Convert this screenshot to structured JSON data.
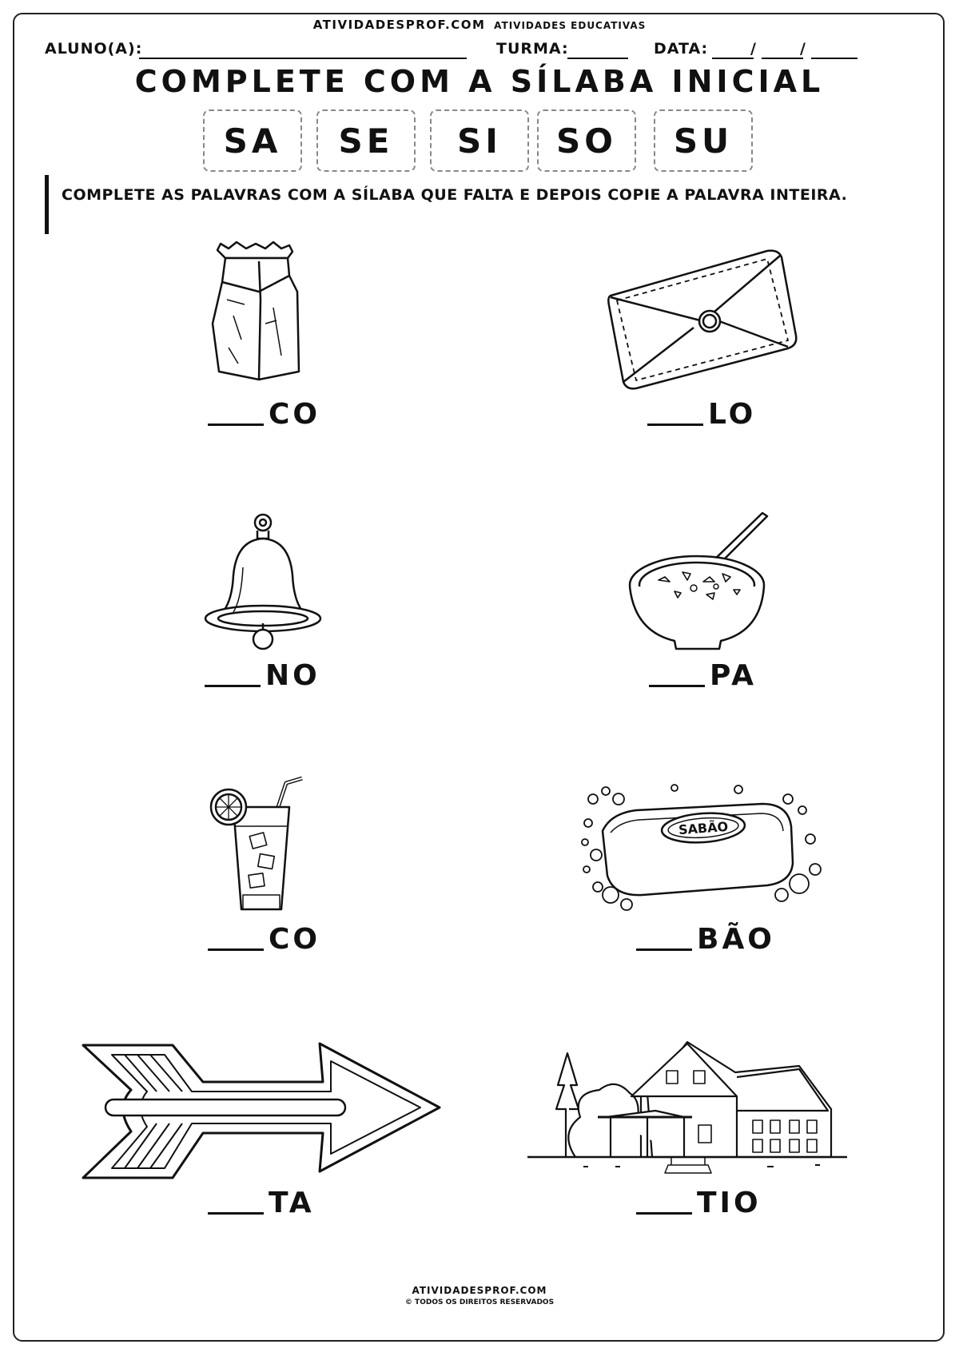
{
  "header": {
    "site": "ATIVIDADESPROF.COM",
    "tagline": "ATIVIDADES EDUCATIVAS"
  },
  "fields": {
    "student_label": "ALUNO(A):",
    "class_label": "TURMA:",
    "date_label": "DATA:",
    "date_sep": "/"
  },
  "title": "COMPLETE COM A SÍLABA INICIAL",
  "syllables": [
    "SA",
    "SE",
    "SI",
    "SO",
    "SU"
  ],
  "instruction": "COMPLETE AS PALAVRAS COM A SÍLABA QUE FALTA E DEPOIS COPIE A PALAVRA INTEIRA.",
  "items": [
    {
      "picture": "paper-bag-icon",
      "ending": "CO"
    },
    {
      "picture": "envelope-icon",
      "ending": "LO"
    },
    {
      "picture": "bell-icon",
      "ending": "NO"
    },
    {
      "picture": "soup-bowl-icon",
      "ending": "PA"
    },
    {
      "picture": "juice-glass-icon",
      "ending": "CO"
    },
    {
      "picture": "soap-bar-icon",
      "ending": "BÃO",
      "soap_label": "SABÃO"
    },
    {
      "picture": "arrow-icon",
      "ending": "TA"
    },
    {
      "picture": "farmhouse-icon",
      "ending": "TIO"
    }
  ],
  "footer": {
    "site": "ATIVIDADESPROF.COM",
    "copyright": "© TODOS OS DIREITOS RESERVADOS"
  }
}
